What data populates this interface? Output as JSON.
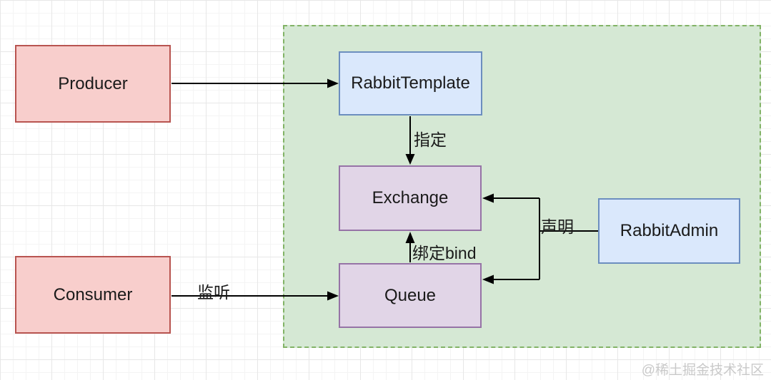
{
  "diagram": {
    "nodes": {
      "producer": {
        "label": "Producer"
      },
      "consumer": {
        "label": "Consumer"
      },
      "rabbit_template": {
        "label": "RabbitTemplate"
      },
      "exchange": {
        "label": "Exchange"
      },
      "queue": {
        "label": "Queue"
      },
      "rabbit_admin": {
        "label": "RabbitAdmin"
      }
    },
    "edges": {
      "producer_to_template": {
        "label": ""
      },
      "template_to_exchange": {
        "label": "指定"
      },
      "queue_to_exchange": {
        "label": "绑定bind"
      },
      "consumer_to_queue": {
        "label": "监听"
      },
      "admin_declare": {
        "label": "声明"
      }
    },
    "palette": {
      "red_fill": "#f8cecc",
      "red_border": "#b85450",
      "blue_fill": "#dae8fc",
      "blue_border": "#6c8ebf",
      "purple_fill": "#e1d5e7",
      "purple_border": "#9673a6",
      "green_fill": "#d5e8d4",
      "green_border": "#82b366",
      "line_color": "#000000"
    },
    "watermark": "@稀土掘金技术社区"
  }
}
